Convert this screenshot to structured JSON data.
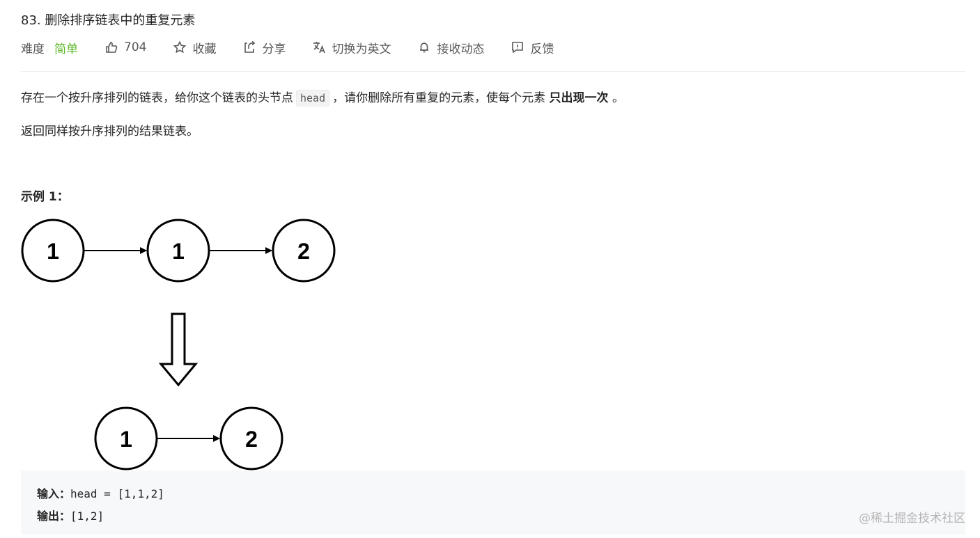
{
  "problem": {
    "title": "83. 删除排序链表中的重复元素"
  },
  "meta": {
    "difficulty_label": "难度",
    "difficulty_value": "简单",
    "likes": "704",
    "favorite": "收藏",
    "share": "分享",
    "switch_lang": "切换为英文",
    "notify": "接收动态",
    "feedback": "反馈"
  },
  "description": {
    "p1_before": "存在一个按升序排列的链表，给你这个链表的头节点",
    "p1_code": "head",
    "p1_middle": "，请你删除所有重复的元素，使每个元素",
    "p1_bold": "只出现一次",
    "p1_after": "。",
    "p2": "返回同样按升序排列的结果链表。"
  },
  "example": {
    "title": "示例 1：",
    "top_list": [
      "1",
      "1",
      "2"
    ],
    "bottom_list": [
      "1",
      "2"
    ],
    "input_label": "输入：",
    "input_value": "head = [1,1,2]",
    "output_label": "输出：",
    "output_value": "[1,2]"
  },
  "watermark": "@稀土掘金技术社区",
  "colors": {
    "easy": "#5ab726",
    "text": "#262626",
    "muted": "#595959"
  }
}
